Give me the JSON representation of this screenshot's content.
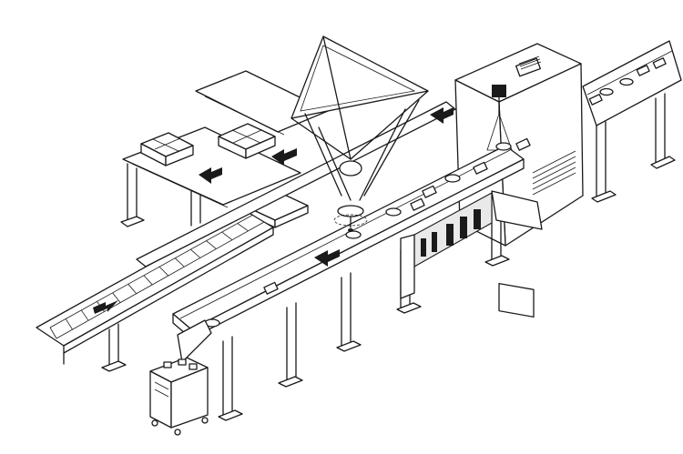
{
  "figure": {
    "subject": "",
    "colors": {
      "ink": "#1a1a1a",
      "paper": "#ffffff",
      "panel": "#e9e9e9"
    },
    "flow_arrows": [
      {
        "name": "return-flow-arrow-1",
        "direction": "left"
      },
      {
        "name": "return-flow-arrow-2",
        "direction": "left"
      },
      {
        "name": "infeed-flow-arrow",
        "direction": "left"
      },
      {
        "name": "robot-outfeed-arrow",
        "direction": "left"
      },
      {
        "name": "tray-conveyor-arrow",
        "direction": "right"
      }
    ],
    "parts": [
      "left-tray-conveyor",
      "center-infeed-conveyor",
      "delta-robot",
      "control-cabinet",
      "right-outfeed-conveyor",
      "parts-bin-cart"
    ]
  }
}
